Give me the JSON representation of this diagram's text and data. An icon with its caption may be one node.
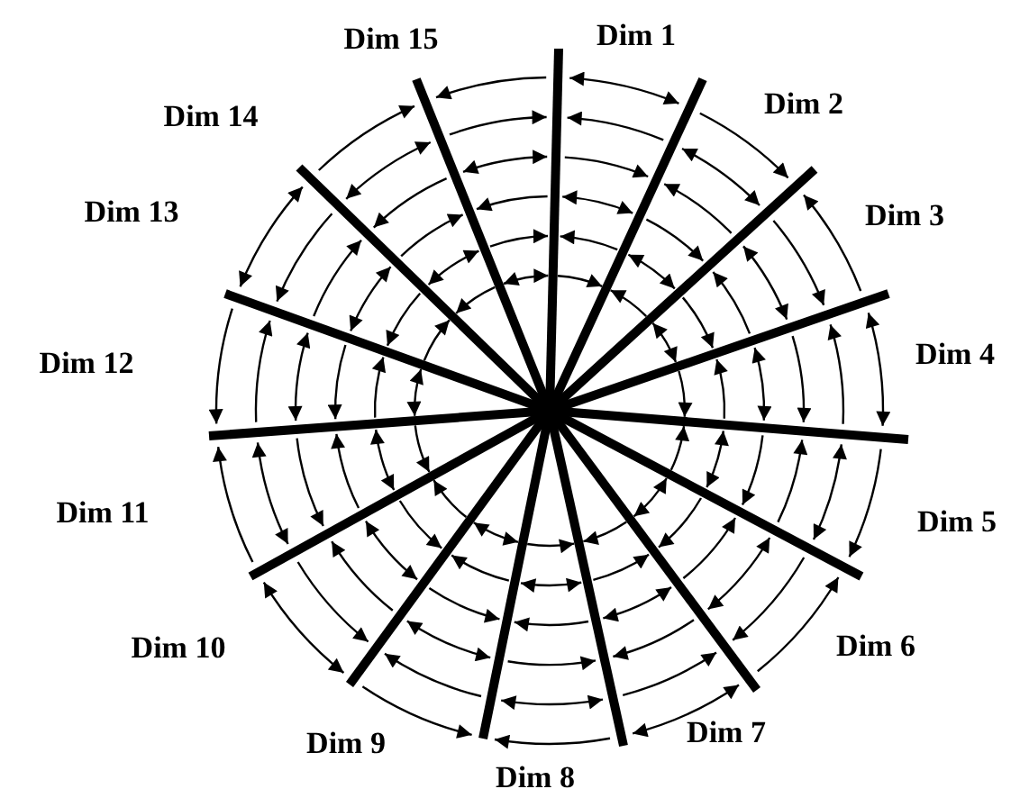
{
  "diagram": {
    "labels": [
      "Dim 1",
      "Dim 2",
      "Dim 3",
      "Dim 4",
      "Dim 5",
      "Dim 6",
      "Dim 7",
      "Dim 8",
      "Dim 9",
      "Dim 10",
      "Dim 11",
      "Dim 12",
      "Dim 13",
      "Dim 14",
      "Dim 15"
    ]
  }
}
